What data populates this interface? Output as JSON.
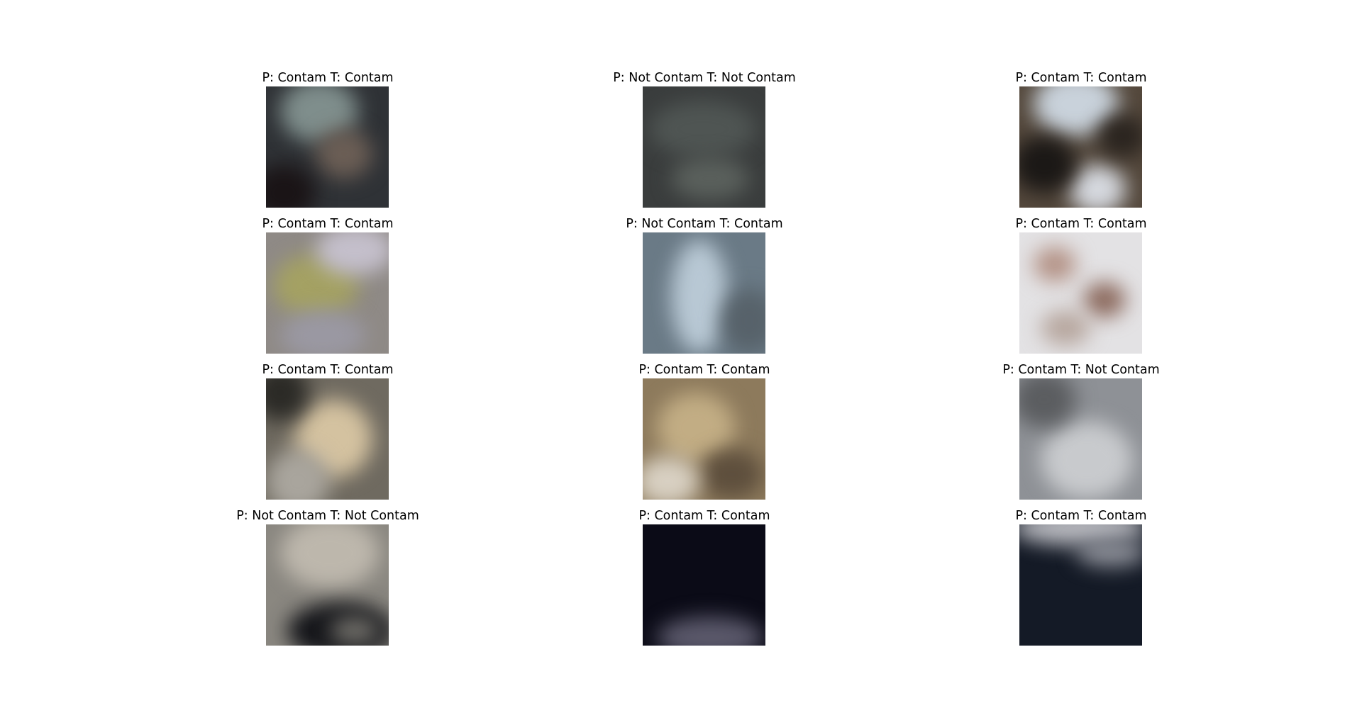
{
  "grid": {
    "rows": [
      [
        {
          "title": "P: Contam T: Contam"
        },
        {
          "title": "P: Not Contam T: Not Contam"
        },
        {
          "title": "P: Contam T: Contam"
        }
      ],
      [
        {
          "title": "P: Contam T: Contam"
        },
        {
          "title": "P: Not Contam T: Contam"
        },
        {
          "title": "P: Contam T: Contam"
        }
      ],
      [
        {
          "title": "P: Contam T: Contam"
        },
        {
          "title": "P: Contam T: Contam"
        },
        {
          "title": "P: Contam T: Not Contam"
        }
      ],
      [
        {
          "title": "P: Not Contam T: Not Contam"
        },
        {
          "title": "P: Contam T: Contam"
        },
        {
          "title": "P: Contam T: Contam"
        }
      ]
    ]
  }
}
